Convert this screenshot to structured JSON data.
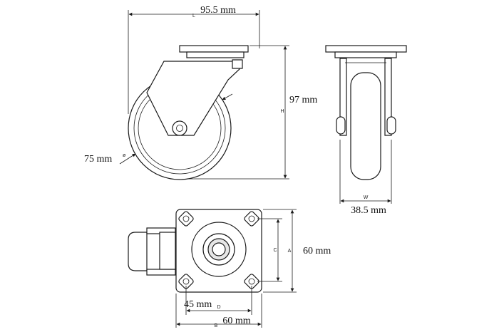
{
  "side_view": {
    "length": {
      "letter": "L",
      "value": "95.5 mm"
    },
    "height": {
      "letter": "H",
      "value": "97 mm"
    },
    "diameter": {
      "symbol": "ø",
      "value": "75 mm"
    }
  },
  "front_view": {
    "width": {
      "letter": "W",
      "value": "38.5 mm"
    }
  },
  "top_view": {
    "plate_a": {
      "letter": "A",
      "value": "60 mm"
    },
    "hole_c": {
      "letter": "C"
    },
    "hole_d": {
      "letter": "D",
      "value": "45 mm"
    },
    "plate_b": {
      "letter": "B",
      "value": "60 mm"
    }
  }
}
